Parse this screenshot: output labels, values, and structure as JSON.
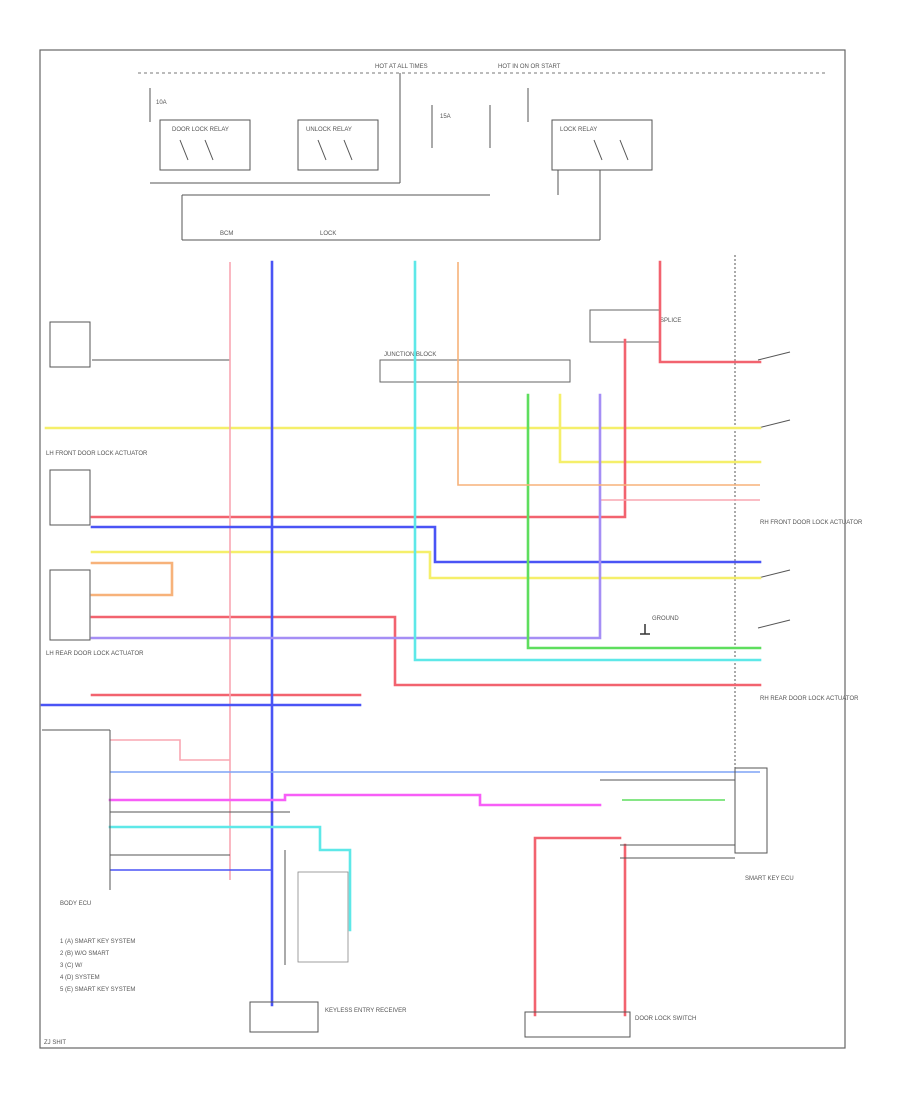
{
  "title": "",
  "labels": {
    "top_left": "HOT AT ALL TIMES",
    "top_right": "HOT IN ON OR START",
    "relay_1": "DOOR LOCK RELAY",
    "relay_2": "UNLOCK RELAY",
    "relay_3": "LOCK RELAY",
    "fuse_1": "10A",
    "fuse_2": "15A",
    "conn_a": "BCM",
    "conn_b": "LOCK",
    "door_lh_front": "LH FRONT DOOR LOCK ACTUATOR",
    "door_rh_front": "RH FRONT DOOR LOCK ACTUATOR",
    "door_lh_rear": "LH REAR DOOR LOCK ACTUATOR",
    "door_rh_rear": "RH REAR DOOR LOCK ACTUATOR",
    "junction": "JUNCTION BLOCK",
    "splice": "SPLICE",
    "ground": "GROUND",
    "body_ecu": "BODY ECU",
    "smart_key": "SMART KEY ECU",
    "keyless": "KEYLESS ENTRY RECEIVER",
    "switch": "DOOR LOCK SWITCH",
    "footer": "ZJ SHIT"
  },
  "legend": [
    "1 (A) SMART KEY SYSTEM",
    "2 (B) W/O SMART",
    "3 (C) W/",
    "4 (D) SYSTEM",
    "5 (E) SMART KEY SYSTEM"
  ],
  "wire_colors": {
    "yellow": "#f5ef6a",
    "red": "#f2636f",
    "pink": "#f9a7b2",
    "blue": "#4a54f5",
    "light_blue": "#7fa4f5",
    "cyan": "#5ee8e8",
    "green": "#5ede5e",
    "orange": "#f7b27a",
    "magenta": "#f75ef7",
    "violet": "#a58ef5"
  }
}
